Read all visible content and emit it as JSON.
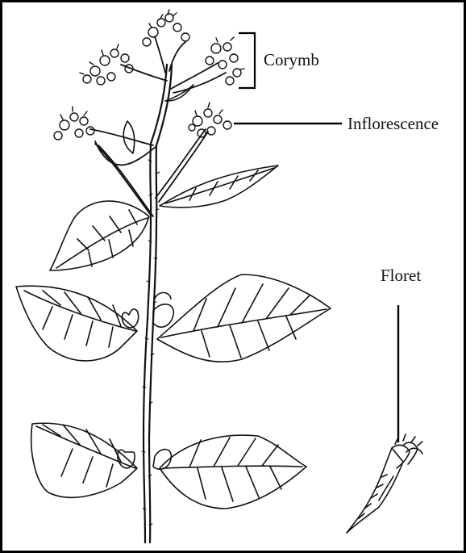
{
  "labels": {
    "corymb": "Corymb",
    "inflorescence": "Inflorescence",
    "floret": "Floret"
  },
  "colors": {
    "ink": "#111111",
    "background": "#ffffff",
    "frame": "#000000"
  },
  "parts": {
    "illustration": "plant-illustration",
    "detail": "floret-detail"
  }
}
